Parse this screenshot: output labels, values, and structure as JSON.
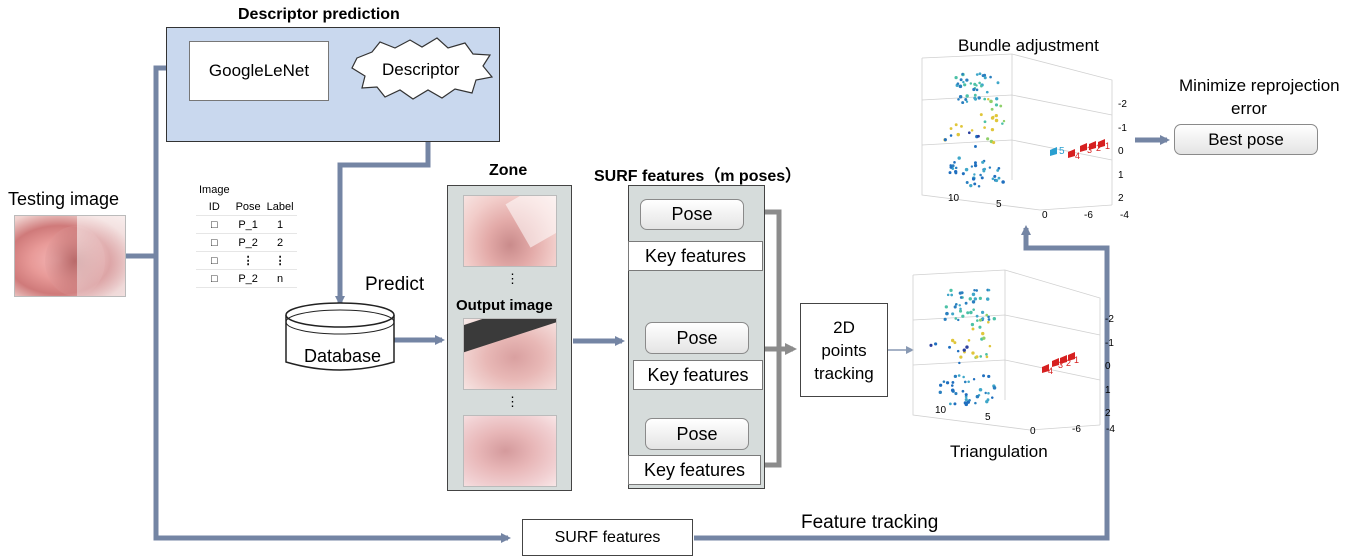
{
  "descriptor_prediction": {
    "title": "Descriptor prediction",
    "googlelenet": "GoogleLeNet",
    "descriptor": "Descriptor"
  },
  "testing_image": {
    "label": "Testing image"
  },
  "table": {
    "header_top": "Image",
    "headers": [
      "ID",
      "Pose",
      "Label"
    ],
    "rows": [
      [
        "□",
        "P_1",
        "1"
      ],
      [
        "□",
        "P_2",
        "2"
      ],
      [
        "□",
        "⋮",
        "⋮"
      ],
      [
        "□",
        "P_2",
        "n"
      ]
    ]
  },
  "predict": "Predict",
  "database": "Database",
  "zone": {
    "title": "Zone",
    "output_image": "Output image",
    "dots": "⋮"
  },
  "surf_group": {
    "title": "SURF features（m poses）",
    "pose_label": "Pose",
    "key_features_label": "Key features"
  },
  "tracking_2d": {
    "line1": "2D",
    "line2": "points",
    "line3": "tracking"
  },
  "bundle": {
    "title": "Bundle adjustment",
    "x_ticks": [
      "10",
      "5",
      "0",
      "-6",
      "-4"
    ],
    "z_ticks": [
      "-2",
      "-1",
      "0",
      "1",
      "2"
    ],
    "camera_labels": [
      "5",
      "4",
      "3",
      "2",
      "1"
    ]
  },
  "triangulation": {
    "title": "Triangulation",
    "x_ticks": [
      "10",
      "5",
      "0",
      "-6",
      "-4"
    ],
    "z_ticks": [
      "-2",
      "-1",
      "0",
      "1",
      "2"
    ],
    "camera_labels": [
      "4",
      "3",
      "2",
      "1"
    ]
  },
  "minimize": {
    "line1": "Minimize reprojection",
    "line2": "error"
  },
  "best_pose": "Best pose",
  "surf_bottom": "SURF features",
  "feature_tracking": "Feature tracking",
  "colors": {
    "arrow": "#7485a4",
    "descriptor_bg": "#c9d8ee",
    "grey_panel": "#d6dcdb",
    "camera_red": "#d62020",
    "camera_blue": "#2a9fd0"
  }
}
